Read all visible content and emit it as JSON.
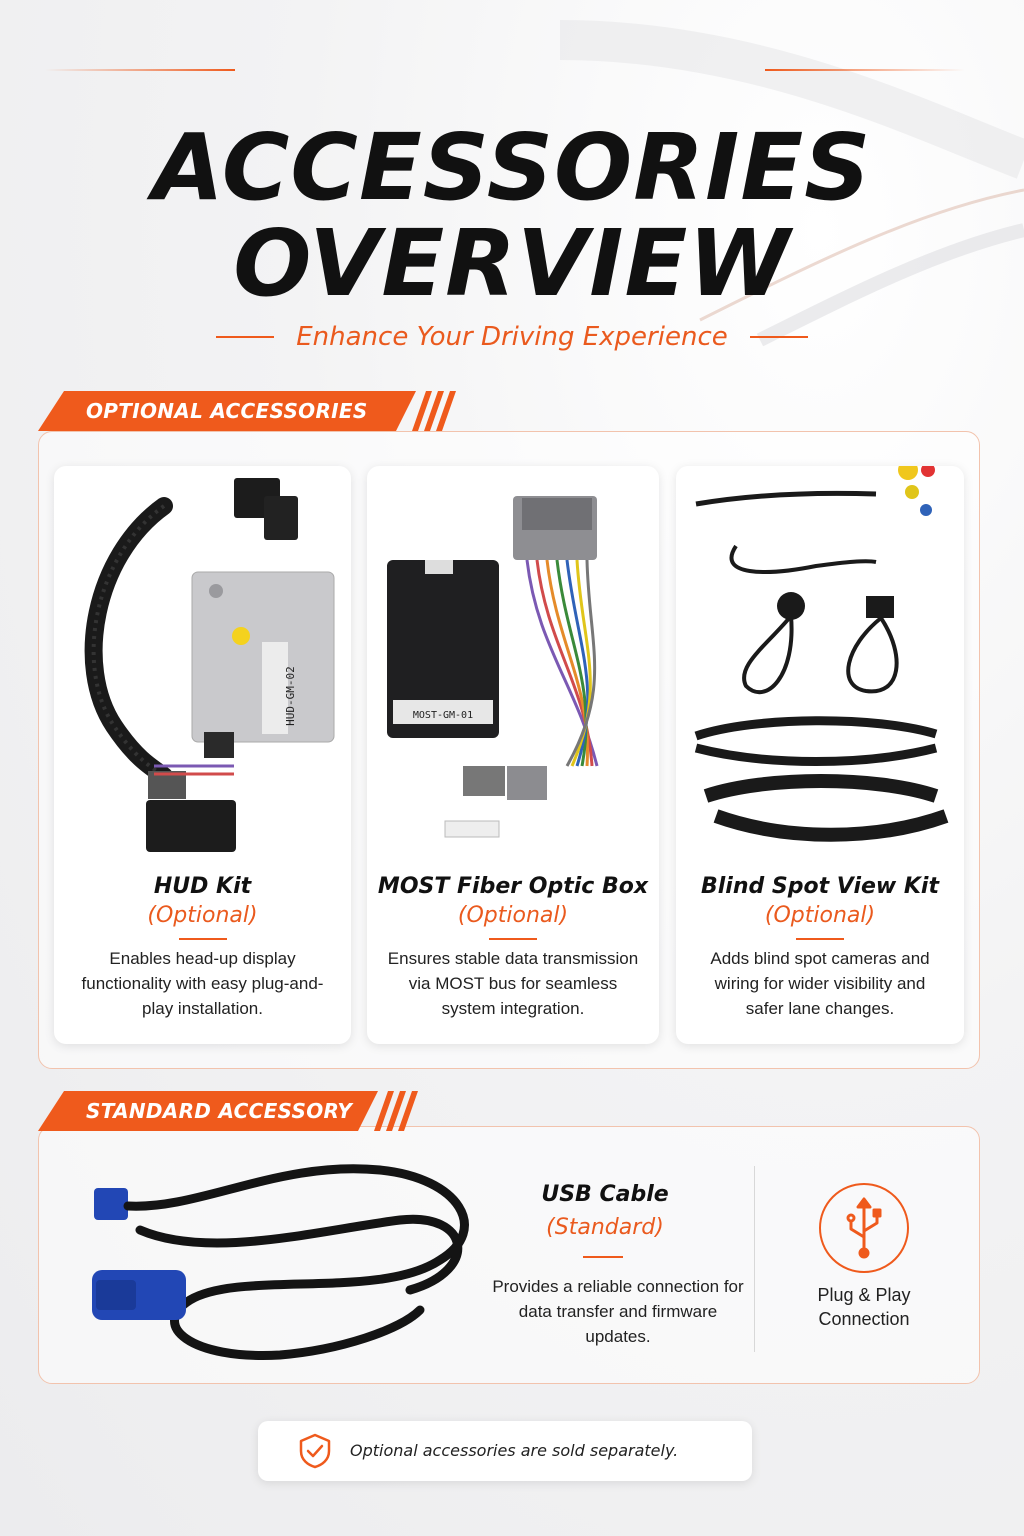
{
  "header": {
    "title_line1": "ACCESSORIES",
    "title_line2": "OVERVIEW",
    "subtitle": "Enhance Your Driving Experience"
  },
  "optional_section": {
    "label": "OPTIONAL ACCESSORIES",
    "items": [
      {
        "name": "HUD Kit",
        "tag": "(Optional)",
        "description": "Enables head-up display functionality with easy plug-and-play installation.",
        "module_label": "HUD-GM-02"
      },
      {
        "name": "MOST Fiber Optic Box",
        "tag": "(Optional)",
        "description": "Ensures stable data transmission via MOST bus for seamless system integration.",
        "module_label": "MOST-GM-01"
      },
      {
        "name": "Blind Spot View Kit",
        "tag": "(Optional)",
        "description": "Adds blind spot cameras and wiring for wider visibility and safer lane changes."
      }
    ]
  },
  "standard_section": {
    "label": "STANDARD ACCESSORY",
    "item": {
      "name": "USB Cable",
      "tag": "(Standard)",
      "description": "Provides a reliable connection for data transfer and firmware updates."
    },
    "feature": {
      "icon": "usb-icon",
      "label": "Plug & Play Connection"
    }
  },
  "footer_note": {
    "icon": "shield-check-icon",
    "text": "Optional accessories are sold separately."
  },
  "colors": {
    "accent": "#ef5a1c",
    "text": "#111111",
    "background": "#f3f3f4"
  }
}
